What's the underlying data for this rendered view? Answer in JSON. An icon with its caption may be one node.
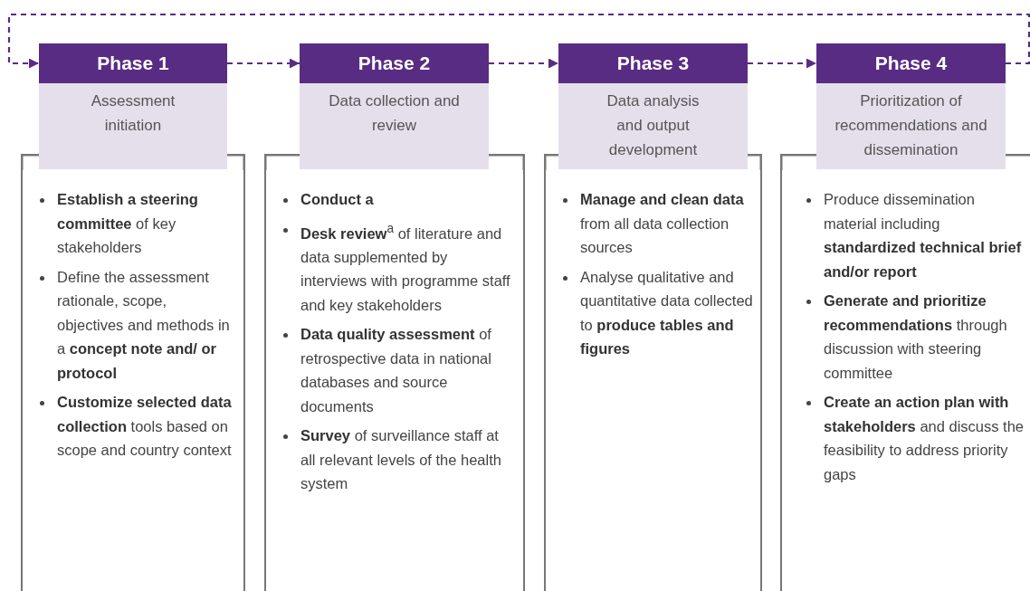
{
  "diagram": {
    "nodes": [
      {
        "text": [
          "Phase 1",
          "Assessment initiation"
        ]
      },
      {
        "text": [
          "**Establish a steering committee** of key stakeholders",
          "Define the assessment rationale, scope, objectives and methods in a **concept note and/ or protocol**",
          "**Customize selected data collection** tools based on scope and country context"
        ]
      },
      {
        "text": [
          "Phase 2",
          "Data collection and review"
        ]
      },
      {
        "text": [
          "**Conduct a**",
          "**Desk review**$^{a}$ of literature and data supplemented by interviews with programme staff and key stakeholders",
          "**Data quality assessment** of retrospective data in national databases and source documents",
          "**Survey** of surveillance staff at all relevant levels of the health system"
        ]
      },
      {
        "text": [
          "Phase 3",
          "Data analysis and output development"
        ]
      },
      {
        "text": [
          "**Manage and clean data** from all data collection sources",
          "Analyse qualitative and quantitative data collected to **produce tables and figures**"
        ]
      },
      {
        "text": [
          "Phase 4",
          "Prioritization of recommendations and dissemination"
        ]
      },
      {
        "text": [
          "Produce dissemination material including **standardized technical brief and/or report**",
          "**Generate and prioritize recommendations** through discussion with steering committee",
          "**Create an action plan with stakeholders** and discuss the feasibility to address priority gaps"
        ]
      }
    ],
    "edges": [
      {
        "from": 0,
        "to": 2,
        "arrow": "to",
        "style": "dashed"
      },
      {
        "from": 2,
        "to": 4,
        "arrow": "to",
        "style": "dashed"
      },
      {
        "from": 4,
        "to": 6,
        "arrow": "to",
        "style": "dashed"
      },
      {
        "from": 6,
        "to": 0,
        "arrow": "to",
        "style": "dashed"
      }
    ]
  }
}
